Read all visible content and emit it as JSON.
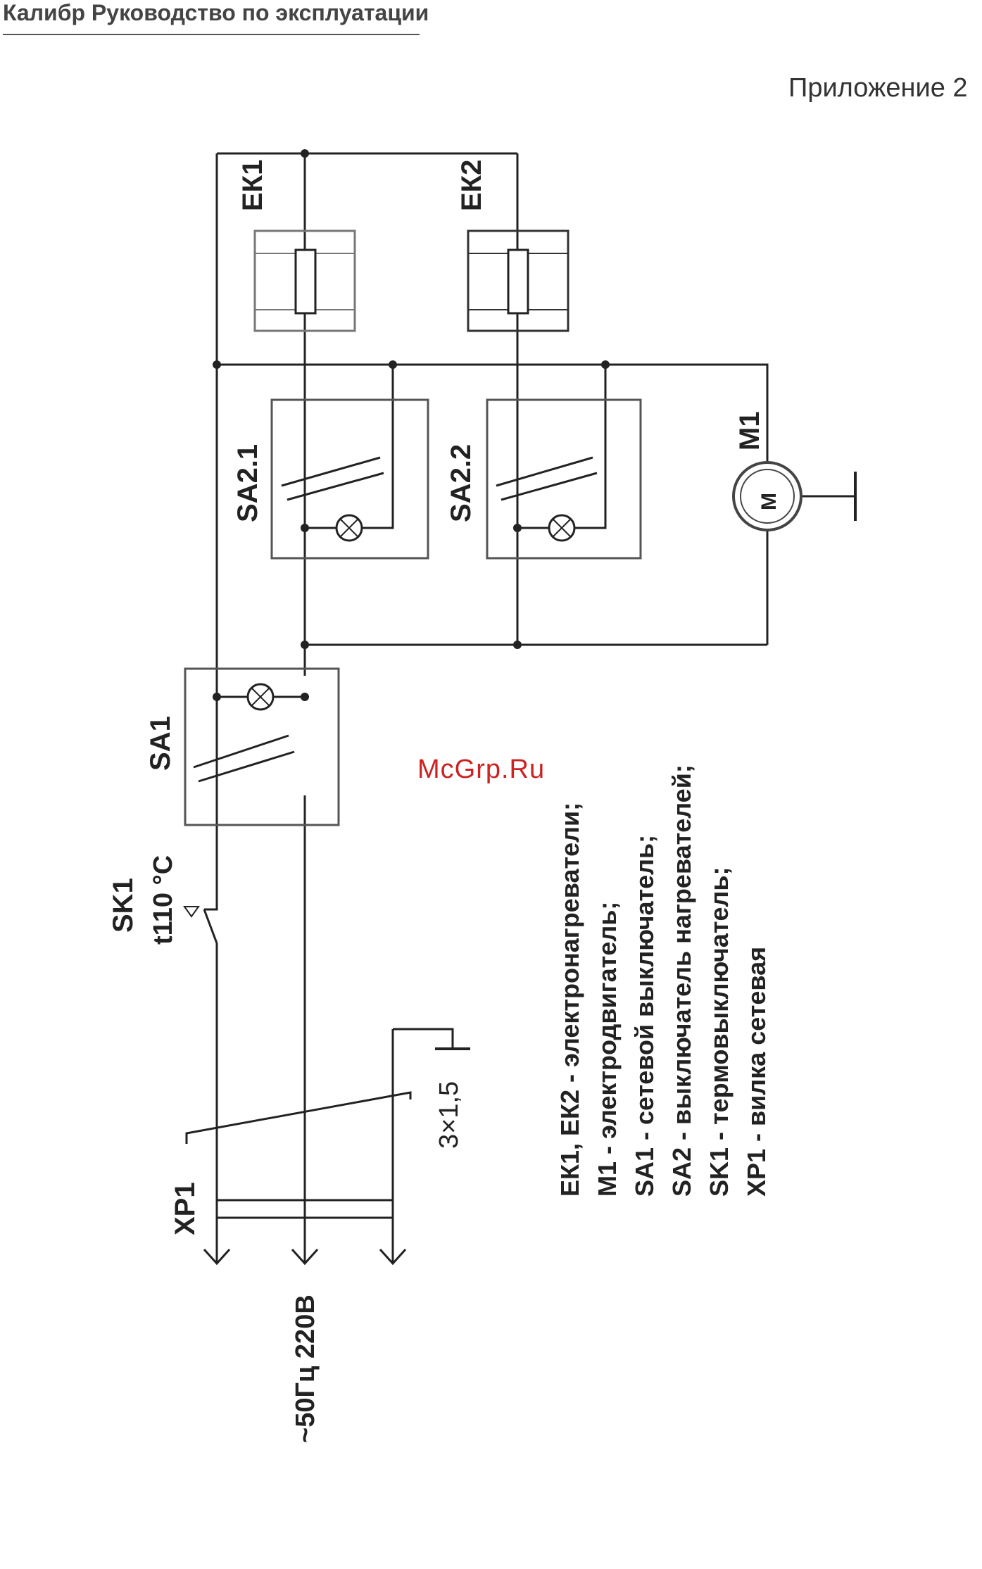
{
  "header": {
    "title": "Калибр Руководство по эксплуатации"
  },
  "appendix": {
    "label": "Приложение 2"
  },
  "watermark": "McGrp.Ru",
  "components": {
    "ek1": "ЕК1",
    "ek2": "ЕК2",
    "sa21": "SA2.1",
    "sa22": "SA2.2",
    "m1": "M1",
    "motor_symbol": "M",
    "sa1": "SA1",
    "sk1": "SK1",
    "sk1_temp": "t110 °C",
    "xp1": "XP1",
    "cable": "3×1,5",
    "supply": "~50Гц 220В"
  },
  "legend": [
    "ЕК1, ЕК2 - электронагреватели;",
    "М1 - электродвигатель;",
    "SA1 - сетевой выключатель;",
    "SA2 - выключатель нагревателей;",
    "SK1 - термовыключатель;",
    "XP1 - вилка сетевая"
  ],
  "colors": {
    "line": "#222222",
    "frame": "#555555",
    "watermark": "#cc2222"
  }
}
